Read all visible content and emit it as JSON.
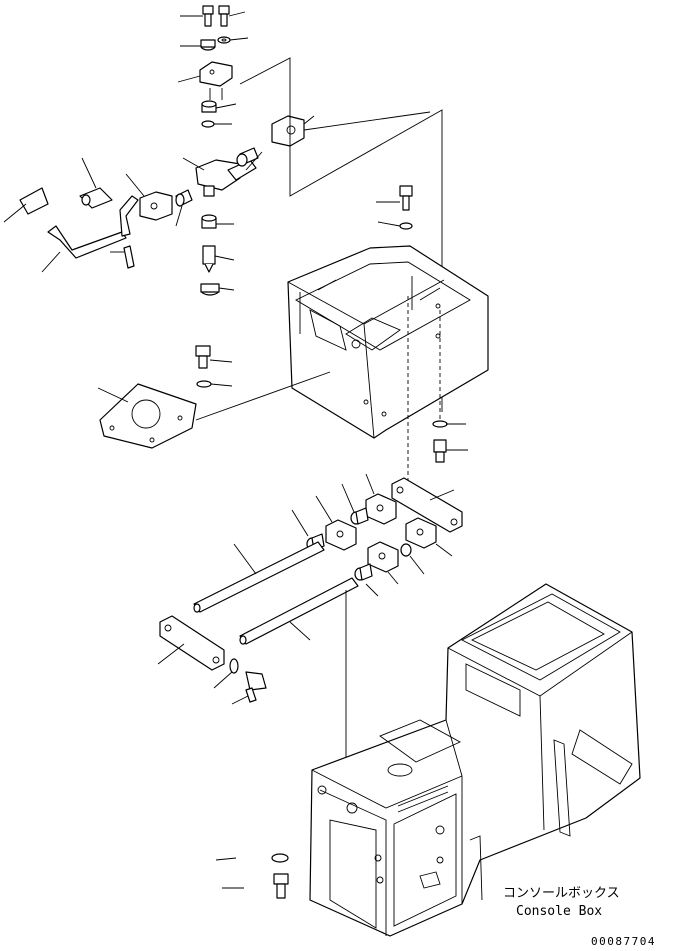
{
  "labels": {
    "console_jp": "コンソールボックス",
    "console_en": "Console Box",
    "sheet_number": "00087704"
  }
}
